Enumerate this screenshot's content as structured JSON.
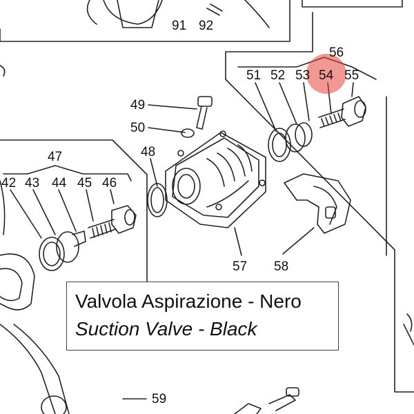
{
  "callouts": {
    "c91": "91",
    "c92": "92",
    "c56": "56",
    "c51": "51",
    "c52": "52",
    "c53": "53",
    "c54": "54",
    "c55": "55",
    "c49": "49",
    "c50": "50",
    "c47": "47",
    "c48": "48",
    "c42": "42",
    "c43": "43",
    "c44": "44",
    "c45": "45",
    "c46": "46",
    "c57": "57",
    "c58": "58",
    "c59": "59"
  },
  "caption": {
    "italian": "Valvola Aspirazione - Nero",
    "english": "Suction Valve - Black"
  },
  "highlight": {
    "part": "54",
    "color": "#e8443a"
  }
}
